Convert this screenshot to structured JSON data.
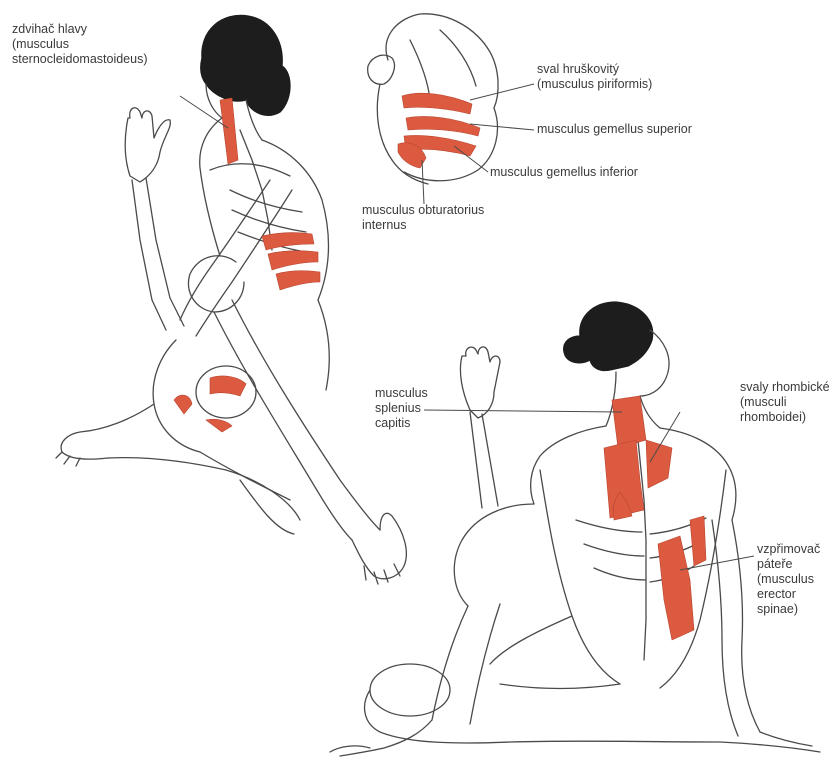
{
  "colors": {
    "muscle": "#dc5a40",
    "muscle_dark": "#c0402b",
    "outline": "#4a4a4a",
    "hair": "#1d1d1d",
    "label": "#3a3a3a"
  },
  "labels": {
    "scm": "zdvihač hlavy\n(musculus\nsternocleidomastoideus)",
    "piriformis": "sval hruškovitý\n(musculus piriformis)",
    "gemellus_superior": "musculus gemellus superior",
    "gemellus_inferior": "musculus gemellus inferior",
    "obturatorius": "musculus obturatorius\ninternus",
    "splenius": "musculus\nsplenius\ncapitis",
    "rhomboids": "svaly rhombické\n(musculi\nrhomboidei)",
    "erector": "vzpřimovač\npáteře\n(musculus\nerector\nspinae)"
  }
}
